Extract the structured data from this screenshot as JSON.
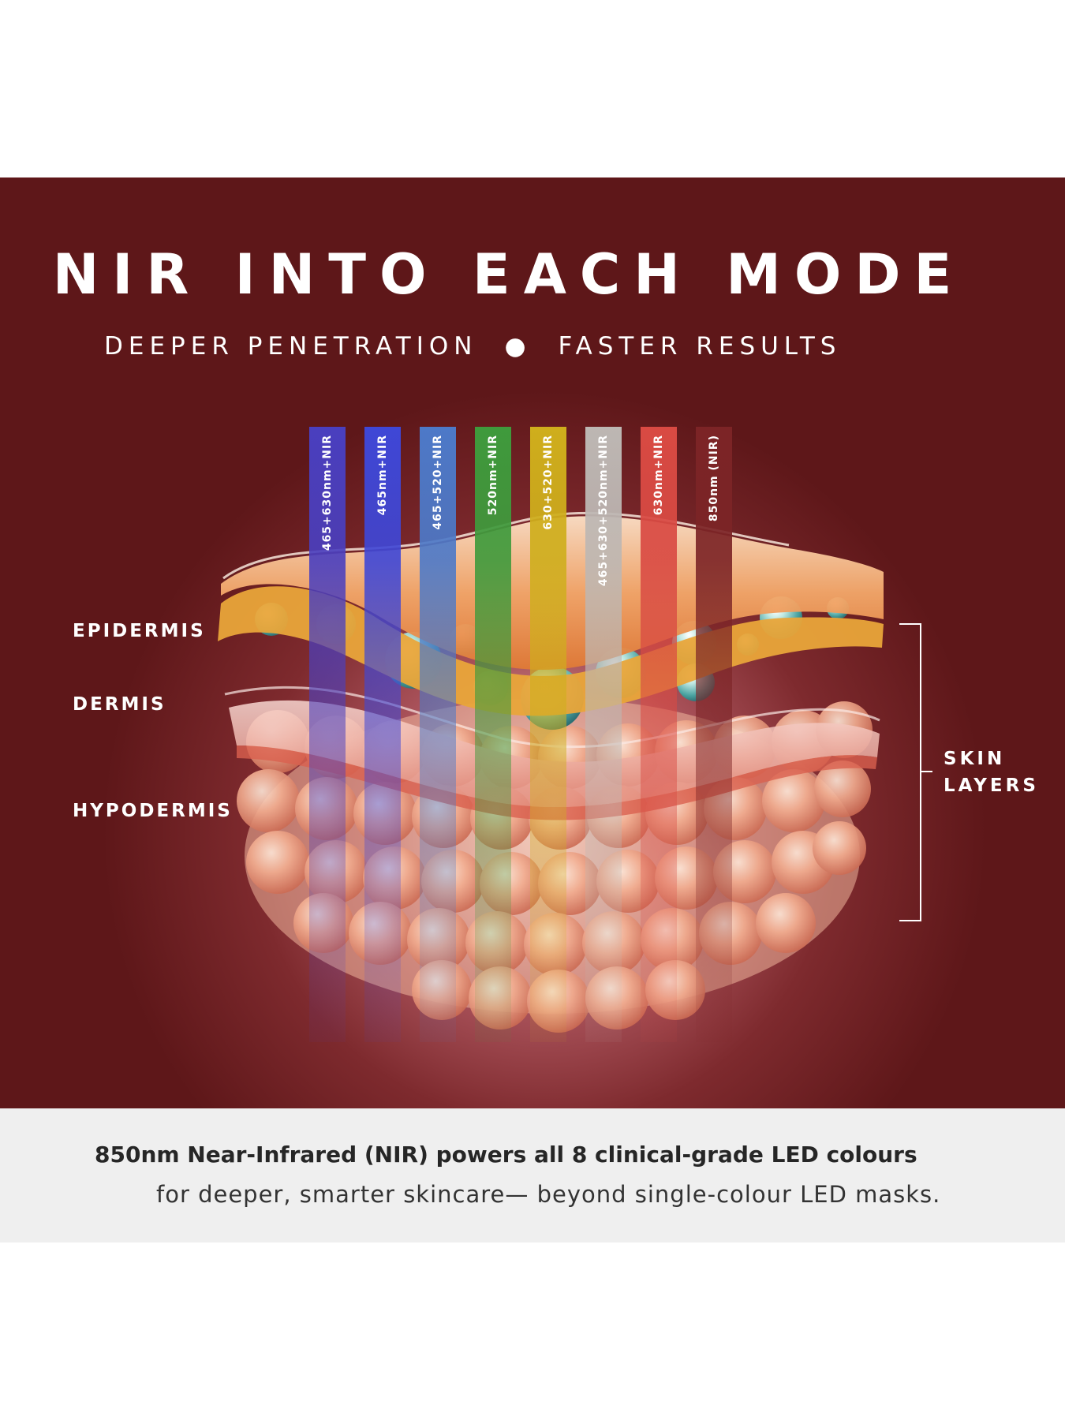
{
  "header": {
    "title": "NIR INTO EACH MODE",
    "subtitle_left": "DEEPER PENETRATION",
    "subtitle_separator": "●",
    "subtitle_right": "FASTER RESULTS"
  },
  "light_beams": [
    {
      "label": "465+630nm+NIR",
      "color": "#4a3fbf"
    },
    {
      "label": "465nm+NIR",
      "color": "#3f47d6"
    },
    {
      "label": "465+520+NIR",
      "color": "#4d79c8"
    },
    {
      "label": "520nm+NIR",
      "color": "#3f9a3c"
    },
    {
      "label": "630+520+NIR",
      "color": "#cfae1c"
    },
    {
      "label": "465+630+520nm+NIR",
      "color": "#bdb7b3"
    },
    {
      "label": "630nm+NIR",
      "color": "#d94a43"
    },
    {
      "label": "850nm (NIR)",
      "color": "#7c2426"
    }
  ],
  "skin_layers": {
    "epidermis": "EPIDERMIS",
    "dermis": "DERMIS",
    "hypodermis": "HYPODERMIS",
    "group_line1": "SKIN",
    "group_line2": "LAYERS"
  },
  "footer": {
    "line1": "850nm Near-Infrared (NIR) powers all 8 clinical-grade LED colours",
    "line2": "for deeper, smarter skincare— beyond single-colour LED masks."
  }
}
